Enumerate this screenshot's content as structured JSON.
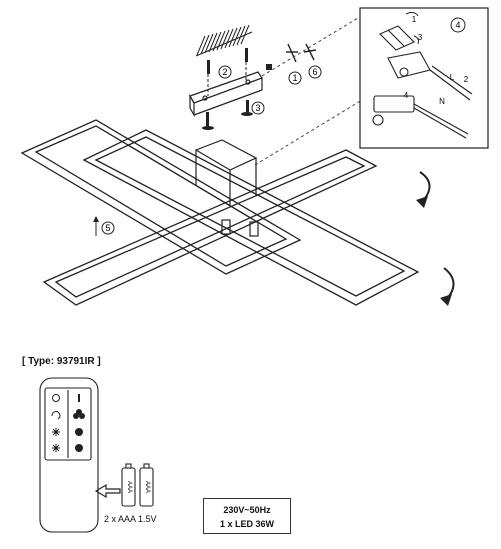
{
  "type_label": "[ Type: 93791IR ]",
  "spec": {
    "voltage": "230V~50Hz",
    "led": "1 x LED 36W"
  },
  "battery_note": "2 x AAA 1.5V",
  "battery_label": "AAA",
  "steps": [
    "1",
    "2",
    "3",
    "4",
    "5",
    "6"
  ],
  "wire_labels": {
    "live": "L",
    "neutral": "N"
  },
  "inset_number": "4",
  "remote_buttons": [
    {
      "icon": "circle-icon"
    },
    {
      "icon": "bar-icon"
    },
    {
      "icon": "cycle-icon"
    },
    {
      "icon": "color-temp-icon"
    },
    {
      "icon": "sun-small-icon"
    },
    {
      "icon": "sun-large-icon"
    },
    {
      "icon": "sun-small-icon"
    },
    {
      "icon": "sun-large-icon"
    }
  ],
  "cut_text": "~ ~ ~ ~ ~ ~"
}
